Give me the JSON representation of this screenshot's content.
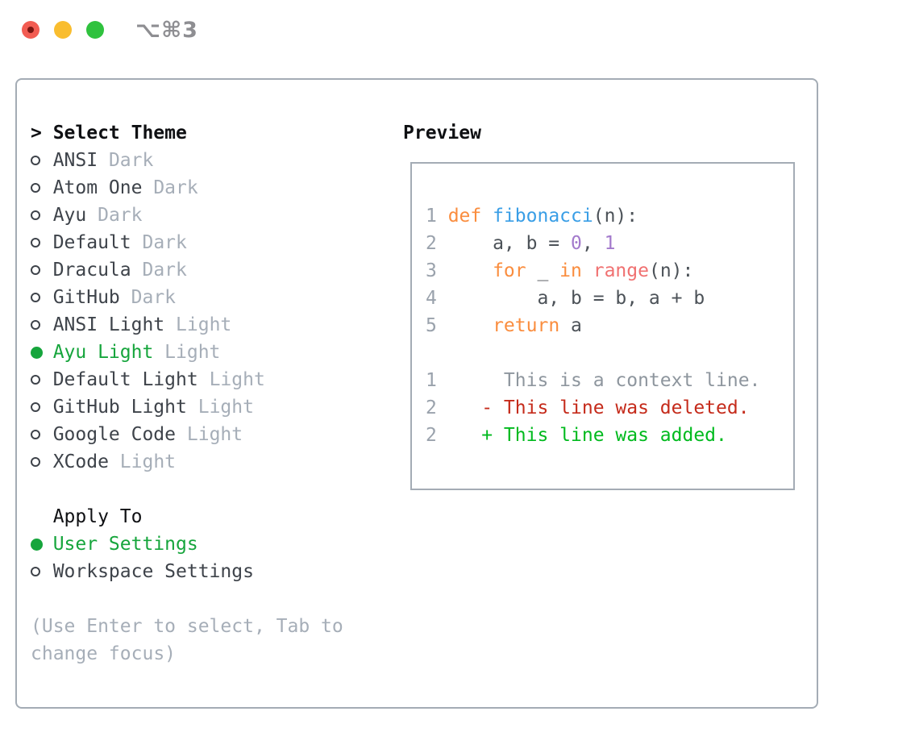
{
  "window": {
    "title": "⌥⌘3",
    "traffic_lights": [
      "close",
      "minimize",
      "zoom"
    ]
  },
  "theme_panel": {
    "prompt": ">",
    "title": "Select Theme",
    "themes": [
      {
        "name": "ANSI",
        "variant": "Dark",
        "selected": false
      },
      {
        "name": "Atom One",
        "variant": "Dark",
        "selected": false
      },
      {
        "name": "Ayu",
        "variant": "Dark",
        "selected": false
      },
      {
        "name": "Default",
        "variant": "Dark",
        "selected": false
      },
      {
        "name": "Dracula",
        "variant": "Dark",
        "selected": false
      },
      {
        "name": "GitHub",
        "variant": "Dark",
        "selected": false
      },
      {
        "name": "ANSI Light",
        "variant": "Light",
        "selected": false
      },
      {
        "name": "Ayu Light",
        "variant": "Light",
        "selected": true
      },
      {
        "name": "Default Light",
        "variant": "Light",
        "selected": false
      },
      {
        "name": "GitHub Light",
        "variant": "Light",
        "selected": false
      },
      {
        "name": "Google Code",
        "variant": "Light",
        "selected": false
      },
      {
        "name": "XCode",
        "variant": "Light",
        "selected": false
      }
    ],
    "apply_to": {
      "title": "Apply To",
      "options": [
        {
          "name": "User Settings",
          "selected": true
        },
        {
          "name": "Workspace Settings",
          "selected": false
        }
      ]
    },
    "hint_lines": [
      "(Use Enter to select, Tab to",
      "change focus)"
    ]
  },
  "preview": {
    "title": "Preview",
    "code_lines": [
      {
        "num": "1",
        "tokens": [
          {
            "t": "def",
            "c": "keyword"
          },
          {
            "t": " ",
            "c": "plain"
          },
          {
            "t": "fibonacci",
            "c": "function"
          },
          {
            "t": "(n):",
            "c": "plain"
          }
        ]
      },
      {
        "num": "2",
        "tokens": [
          {
            "t": "    a, b = ",
            "c": "plain"
          },
          {
            "t": "0",
            "c": "number"
          },
          {
            "t": ", ",
            "c": "plain"
          },
          {
            "t": "1",
            "c": "number"
          }
        ]
      },
      {
        "num": "3",
        "tokens": [
          {
            "t": "    ",
            "c": "plain"
          },
          {
            "t": "for",
            "c": "keyword"
          },
          {
            "t": " _ ",
            "c": "plain"
          },
          {
            "t": "in",
            "c": "keyword"
          },
          {
            "t": " ",
            "c": "plain"
          },
          {
            "t": "range",
            "c": "builtin"
          },
          {
            "t": "(n):",
            "c": "plain"
          }
        ]
      },
      {
        "num": "4",
        "tokens": [
          {
            "t": "        a, b = b, a + b",
            "c": "plain"
          }
        ]
      },
      {
        "num": "5",
        "tokens": [
          {
            "t": "    ",
            "c": "plain"
          },
          {
            "t": "return",
            "c": "keyword"
          },
          {
            "t": " a",
            "c": "plain"
          }
        ]
      }
    ],
    "diff_lines": [
      {
        "num": "1",
        "text": "     This is a context line.",
        "kind": "context"
      },
      {
        "num": "2",
        "text": "   - This line was deleted.",
        "kind": "deleted"
      },
      {
        "num": "2",
        "text": "   + This line was added.",
        "kind": "added"
      }
    ]
  },
  "colors": {
    "accent_green": "#16a53c",
    "diff_added": "#00ba1e",
    "diff_deleted": "#c52b1b",
    "diff_context": "#8e969e",
    "keyword": "#fa8d3e",
    "function": "#399ee6",
    "number": "#a37acc",
    "builtin": "#f07171",
    "code_plain": "#4c5258",
    "line_number": "#9aa2ac",
    "text_primary": "#3e434a",
    "text_heading": "#0f1013",
    "text_muted": "#a6aeb8",
    "panel_border": "#a4acb5",
    "titlebar_text": "#8e8e92",
    "light_red": "#f25c52",
    "light_red_dot": "#7a1511",
    "light_yellow": "#f9bd2f",
    "light_green": "#2fc23e"
  }
}
